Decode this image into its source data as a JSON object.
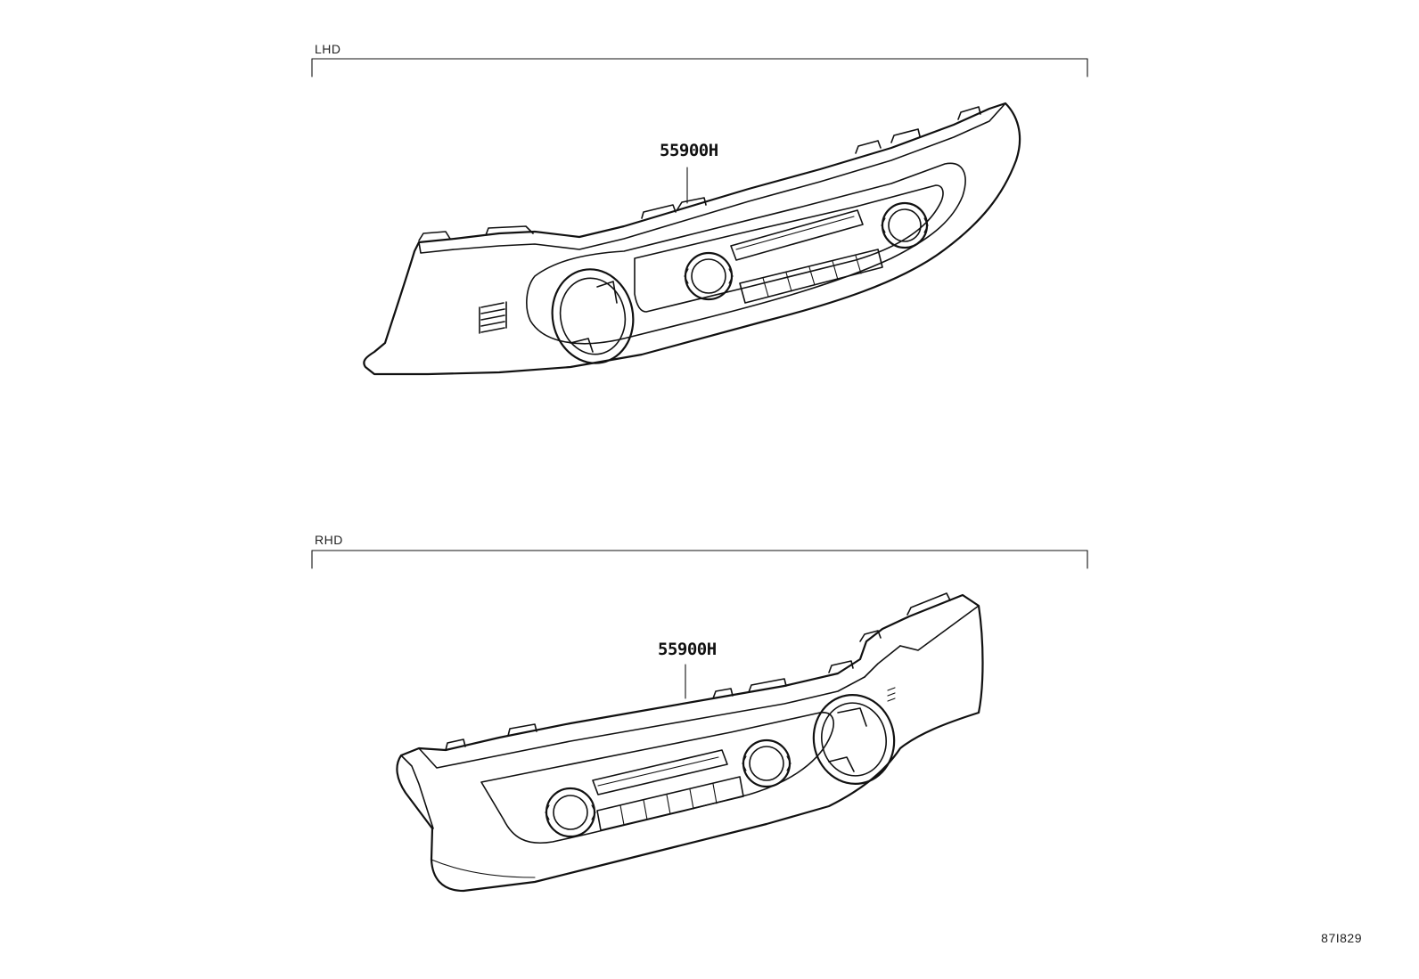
{
  "sections": [
    {
      "label": "LHD",
      "part_number": "55900H",
      "variant": "left-hand-drive"
    },
    {
      "label": "RHD",
      "part_number": "55900H",
      "variant": "right-hand-drive"
    }
  ],
  "figure_code": "87I829",
  "line_color": "#111111",
  "background": "#ffffff"
}
